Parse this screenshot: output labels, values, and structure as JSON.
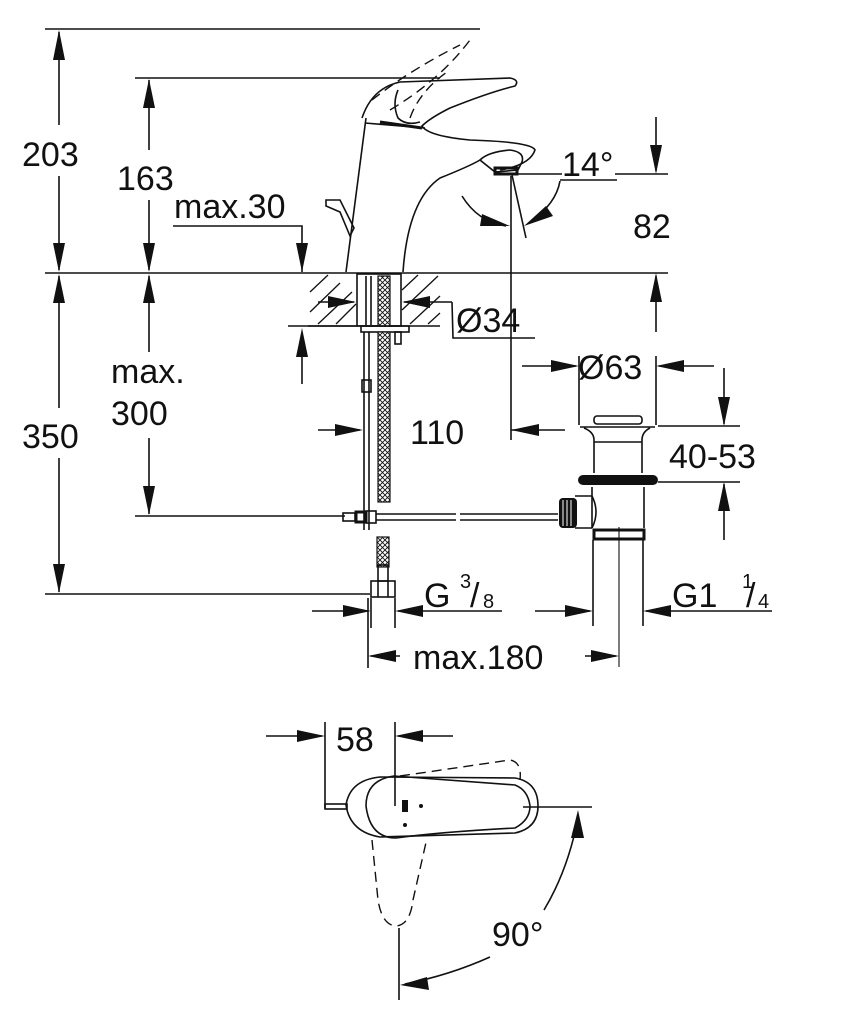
{
  "title": "Basin mixer dimension drawing",
  "colors": {
    "ink": "#111111",
    "background": "#ffffff"
  },
  "side_view": {
    "dims": {
      "overall_height": "203",
      "spout_height": "163",
      "deck_thickness_max": "max.30",
      "outlet_height": "82",
      "spout_angle": "14°",
      "tap_hole_diameter": "Ø34",
      "hose_length_max_line1": "max.",
      "hose_length_max_line2": "300",
      "connection_height": "350",
      "spout_projection": "110",
      "waste_diameter": "Ø63",
      "waste_range": "40-53",
      "supply_thread_prefix": "G",
      "supply_thread_num": "3",
      "supply_thread_den": "8",
      "waste_thread_prefix": "G1",
      "waste_thread_num": "1",
      "waste_thread_den": "4",
      "pull_rod_max": "max.180"
    }
  },
  "top_view": {
    "dims": {
      "handle_offset": "58",
      "handle_rotation": "90°"
    }
  }
}
